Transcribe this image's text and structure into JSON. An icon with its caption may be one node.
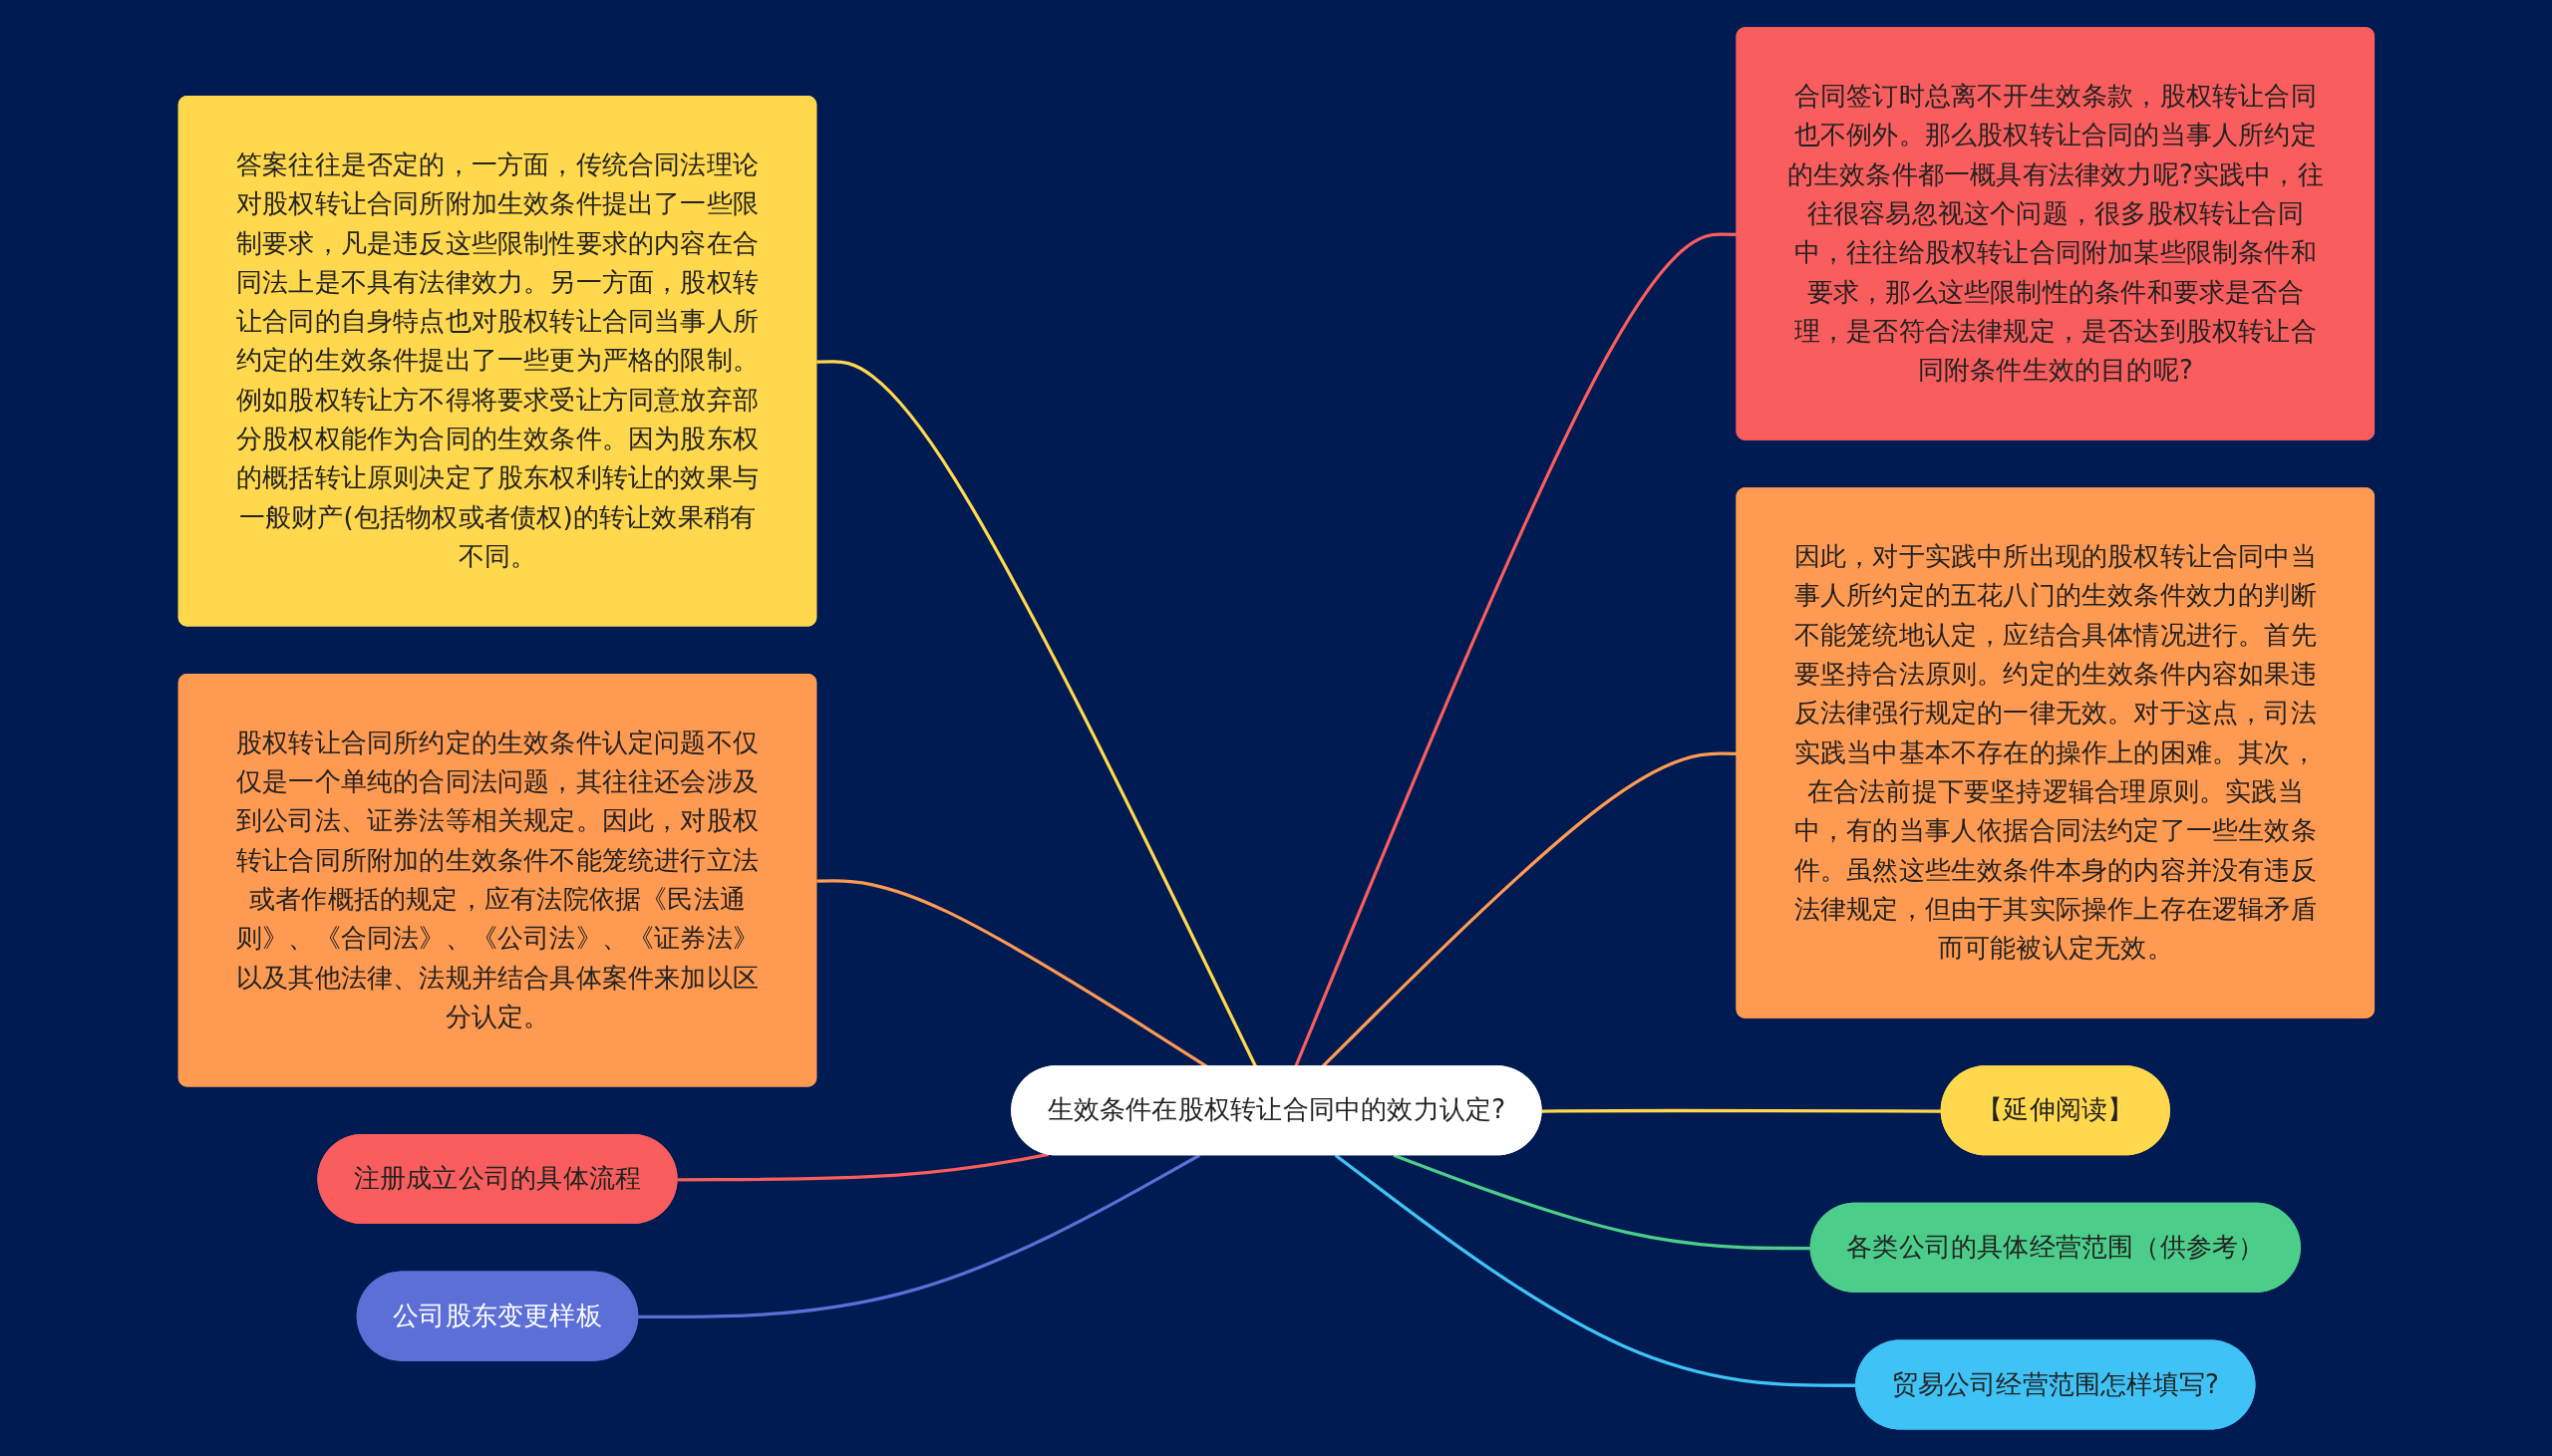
{
  "diagram": {
    "nodes": [
      {
        "text": [
          "生效条件在股权转让合同中的效力认定?"
        ]
      },
      {
        "text": [
          "答案往往是否定的，一方面，传统合同法理论对股权转让合同所附加生效条件提出了一些限制要求，凡是违反这些限制性要求的内容在合同法上是不具有法律效力。另一方面，股权转让合同的自身特点也对股权转让合同当事人所约定的生效条件提出了一些更为严格的限制。例如股权转让方不得将要求受让方同意放弃部分股权权能作为合同的生效条件。因为股东权的概括转让原则决定了股东权利转让的效果与一般财产(包括物权或者债权)的转让效果稍有不同。"
        ]
      },
      {
        "text": [
          "股权转让合同所约定的生效条件认定问题不仅仅是一个单纯的合同法问题，其往往还会涉及到公司法、证券法等相关规定。因此，对股权转让合同所附加的生效条件不能笼统进行立法或者作概括的规定，应有法院依据《民法通则》、《合同法》、《公司法》、《证券法》以及其他法律、法规并结合具体案件来加以区分认定。"
        ]
      },
      {
        "text": [
          "注册成立公司的具体流程"
        ]
      },
      {
        "text": [
          "公司股东变更样板"
        ]
      },
      {
        "text": [
          "合同签订时总离不开生效条款，股权转让合同也不例外。那么股权转让合同的当事人所约定的生效条件都一概具有法律效力呢?实践中，往往很容易忽视这个问题，很多股权转让合同中，往往给股权转让合同附加某些限制条件和要求，那么这些限制性的条件和要求是否合理，是否符合法律规定，是否达到股权转让合同附条件生效的目的呢?"
        ]
      },
      {
        "text": [
          "因此，对于实践中所出现的股权转让合同中当事人所约定的五花八门的生效条件效力的判断不能笼统地认定，应结合具体情况进行。首先要坚持合法原则。约定的生效条件内容如果违反法律强行规定的一律无效。对于这点，司法实践当中基本不存在的操作上的困难。其次，在合法前提下要坚持逻辑合理原则。实践当中，有的当事人依据合同法约定了一些生效条件。虽然这些生效条件本身的内容并没有违反法律规定，但由于其实际操作上存在逻辑矛盾而可能被认定无效。"
        ]
      },
      {
        "text": [
          "【延伸阅读】"
        ]
      },
      {
        "text": [
          "各类公司的具体经营范围（供参考）"
        ]
      },
      {
        "text": [
          "贸易公司经营范围怎样填写?"
        ]
      }
    ],
    "edges": [
      {
        "from": 1,
        "to": 0,
        "arrow": "none",
        "color": "#ffd84d"
      },
      {
        "from": 2,
        "to": 0,
        "arrow": "none",
        "color": "#ff9a52"
      },
      {
        "from": 3,
        "to": 0,
        "arrow": "none",
        "color": "#f95d5d"
      },
      {
        "from": 4,
        "to": 0,
        "arrow": "none",
        "color": "#5b6fd6"
      },
      {
        "from": 0,
        "to": 5,
        "arrow": "none",
        "color": "#f95d5d"
      },
      {
        "from": 0,
        "to": 6,
        "arrow": "none",
        "color": "#ff9a52"
      },
      {
        "from": 0,
        "to": 7,
        "arrow": "none",
        "color": "#ffd84d"
      },
      {
        "from": 0,
        "to": 8,
        "arrow": "none",
        "color": "#4cce8a"
      },
      {
        "from": 0,
        "to": 9,
        "arrow": "none",
        "color": "#3fc3f7"
      }
    ]
  }
}
